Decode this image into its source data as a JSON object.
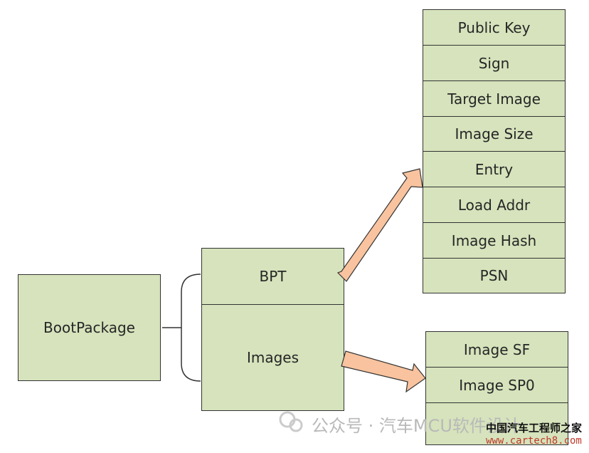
{
  "boot_package": {
    "label": "BootPackage"
  },
  "container": {
    "bpt_label": "BPT",
    "images_label": "Images"
  },
  "bpt_fields": [
    "Public Key",
    "Sign",
    "Target Image",
    "Image Size",
    "Entry",
    "Load Addr",
    "Image Hash",
    "PSN"
  ],
  "image_list": [
    "Image SF",
    "Image SP0",
    ""
  ],
  "watermark": {
    "account": "公众号 · 汽车MCU软件设计",
    "brand": "中国汽车工程师之家",
    "url": "www.cartech8.com"
  },
  "colors": {
    "box_fill": "#d6e3bc",
    "border": "#333333",
    "arrow_fill": "#f8c39e",
    "arrow_stroke": "#333333"
  }
}
